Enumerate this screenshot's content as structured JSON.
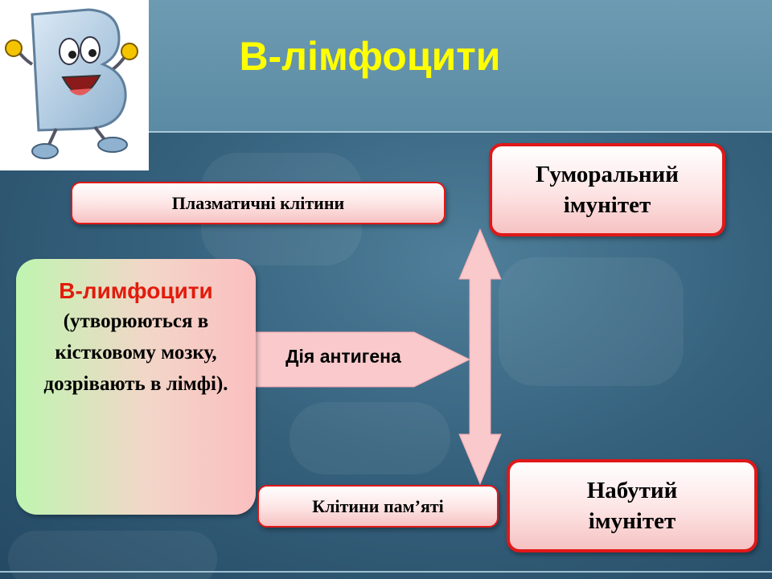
{
  "slide": {
    "title": "В-лімфоцити",
    "background_color": "#36627e",
    "header_color": "#6d9bb2",
    "title_color": "#ffff00",
    "box_border_color": "#e01818"
  },
  "mascot": {
    "icon": "letter-b-cartoon-mascot"
  },
  "plasma_cells": {
    "label": "Плазматичні клітини"
  },
  "memory_cells": {
    "label": "Клітини пам’яті"
  },
  "humoral_immunity": {
    "line1": "Гуморальний",
    "line2": "імунітет"
  },
  "acquired_immunity": {
    "line1": "Набутий",
    "line2": "імунітет"
  },
  "b_lymphocytes": {
    "name": "В-лимфоцити",
    "description": "(утворюються  в кістковому мозку, дозрівають в лімфі).",
    "name_color": "#e21b0c"
  },
  "antigen_arrow": {
    "label": "Дія антигена",
    "arrow_color": "#f9c9cc"
  }
}
